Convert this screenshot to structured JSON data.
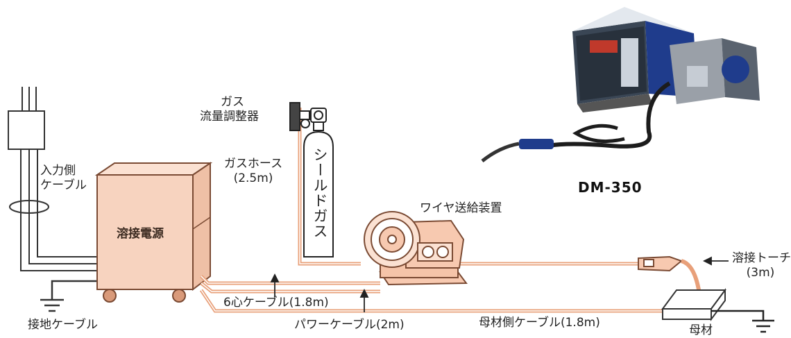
{
  "labels": {
    "gas_regulator_line1": "ガス",
    "gas_regulator_line2": "流量調整器",
    "input_cable_line1": "入力側",
    "input_cable_line2": "ケーブル",
    "power_source": "溶接電源",
    "gas_hose_line1": "ガスホース",
    "gas_hose_line2": "(2.5m)",
    "shield_gas": "シールドガス",
    "wire_feeder": "ワイヤ送給装置",
    "model": "DM-350",
    "torch_line1": "溶接トーチ",
    "torch_line2": "(3m)",
    "six_core_cable": "6心ケーブル(1.8m)",
    "ground_cable": "接地ケーブル",
    "power_cable": "パワーケーブル(2m)",
    "base_metal_cable": "母材側ケーブル(1.8m)",
    "base_metal": "母材"
  },
  "colors": {
    "cable": "#e8a07a",
    "cabinet_fill": "#f7d3bf",
    "cabinet_stroke": "#7a4a33",
    "machine_blue": "#1f3c8c",
    "machine_gray": "#9aa0a8"
  }
}
